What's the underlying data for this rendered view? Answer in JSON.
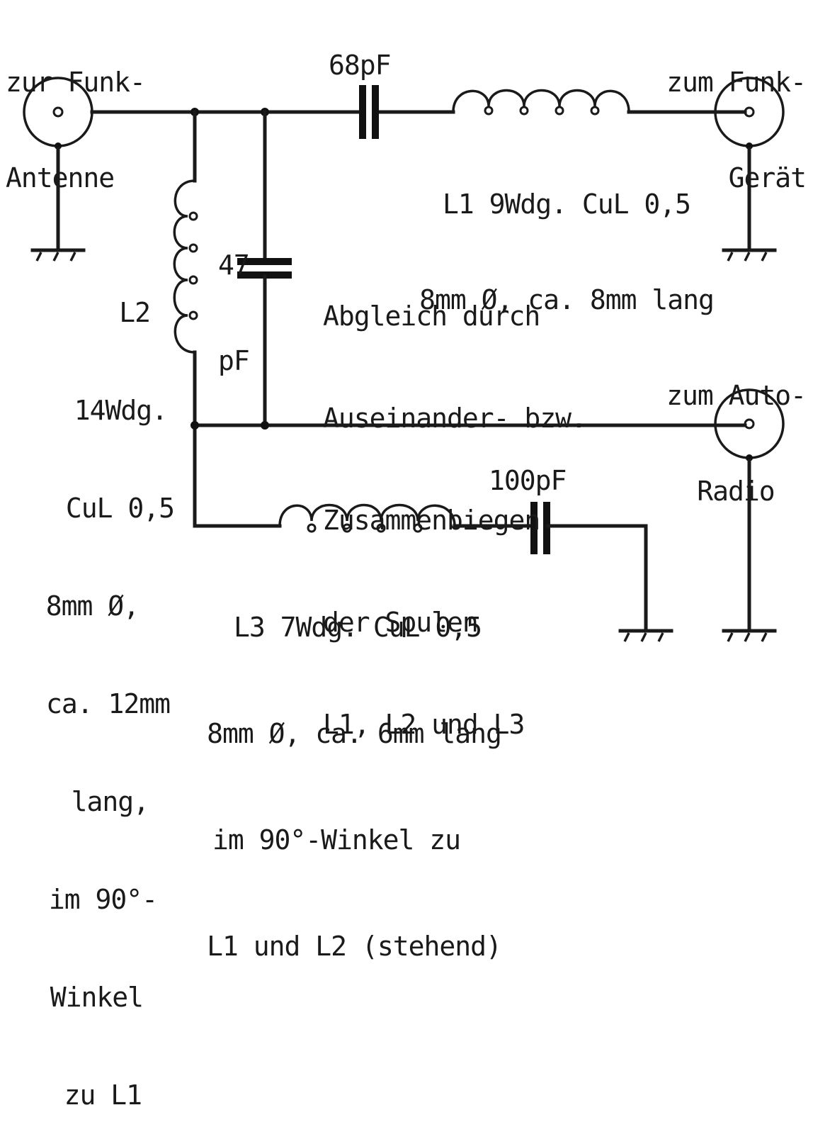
{
  "connectors": {
    "antenna": {
      "line1": "zur Funk-",
      "line2": "Antenne"
    },
    "radio_device": {
      "line1": "zum Funk-",
      "line2": "Gerät"
    },
    "car_radio": {
      "line1": "zum Auto-",
      "line2": "Radio"
    }
  },
  "components": {
    "c1": {
      "label": "68pF"
    },
    "c2": {
      "line1": "47",
      "line2": "pF"
    },
    "c3": {
      "label": "100pF"
    },
    "l1": {
      "line1": "L1 9Wdg. CuL 0,5",
      "line2": "8mm Ø, ca. 8mm lang"
    },
    "l2": {
      "lines": [
        "L2",
        "14Wdg.",
        "CuL 0,5",
        "8mm Ø,",
        "ca. 12mm",
        "lang,",
        "im 90°-",
        "Winkel",
        "zu L1"
      ]
    },
    "l3": {
      "lines": [
        "L3 7Wdg. CuL 0,5",
        "8mm Ø, ca. 6mm lang",
        "im 90°-Winkel zu",
        "L1 und L2 (stehend)"
      ]
    }
  },
  "note": {
    "lines": [
      "Abgleich durch",
      "Auseinander- bzw.",
      "Zusammenbiegen",
      "der Spulen",
      "L1, L2 und L3"
    ]
  },
  "colors": {
    "ink": "#1a1a1a",
    "background": "#ffffff"
  }
}
